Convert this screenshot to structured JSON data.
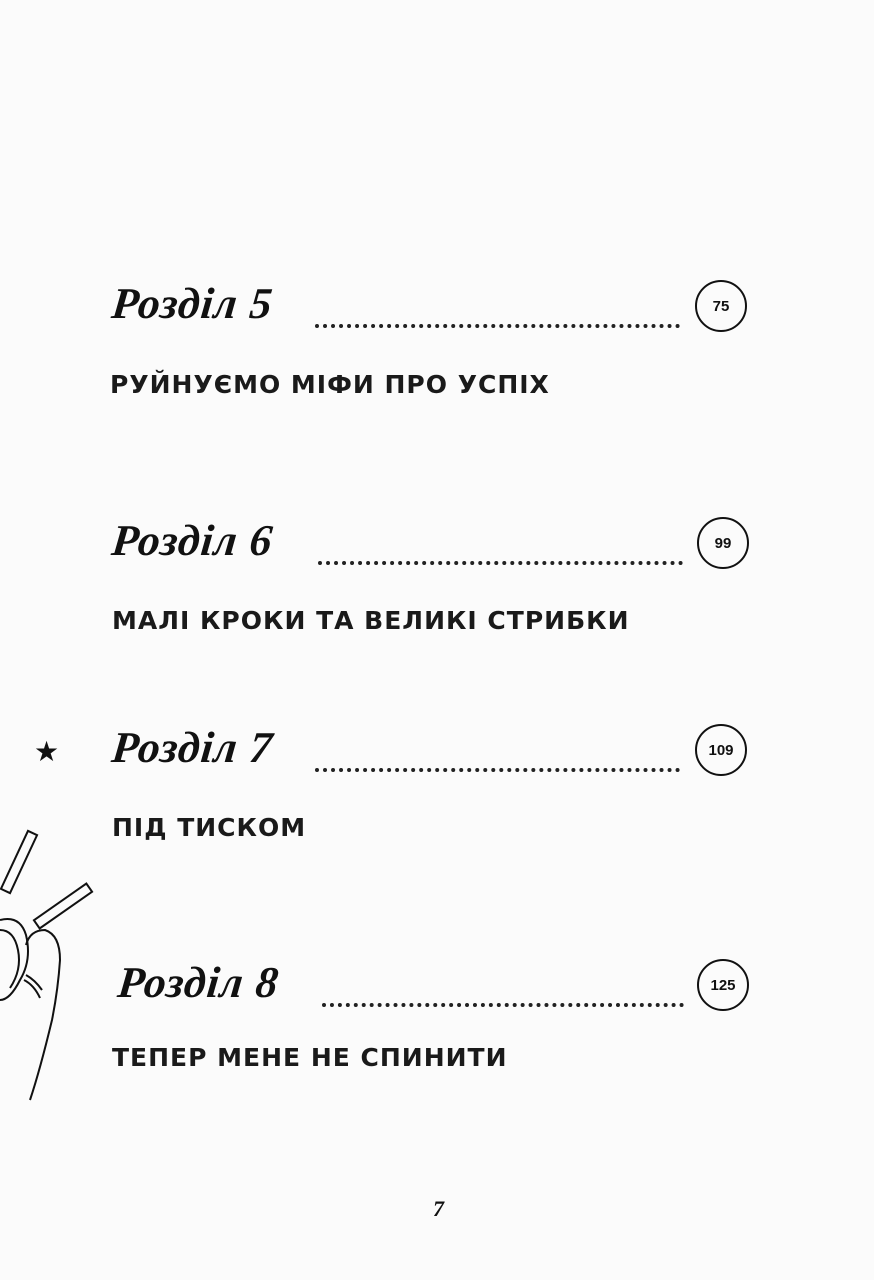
{
  "chapters": [
    {
      "title": "Розділ 5",
      "page": "75",
      "subtitle": "РУЙНУЄМО МІФИ ПРО УСПІХ"
    },
    {
      "title": "Розділ 6",
      "page": "99",
      "subtitle": "МАЛІ КРОКИ ТА ВЕЛИКІ СТРИБКИ"
    },
    {
      "title": "Розділ 7",
      "page": "109",
      "subtitle": "ПІД ТИСКОМ",
      "marked": true
    },
    {
      "title": "Розділ 8",
      "page": "125",
      "subtitle": "ТЕПЕР МЕНЕ НЕ СПИНИТИ"
    }
  ],
  "page_number": "7",
  "icons": {
    "marker": "star-icon",
    "illustration": "hand-illustration"
  }
}
